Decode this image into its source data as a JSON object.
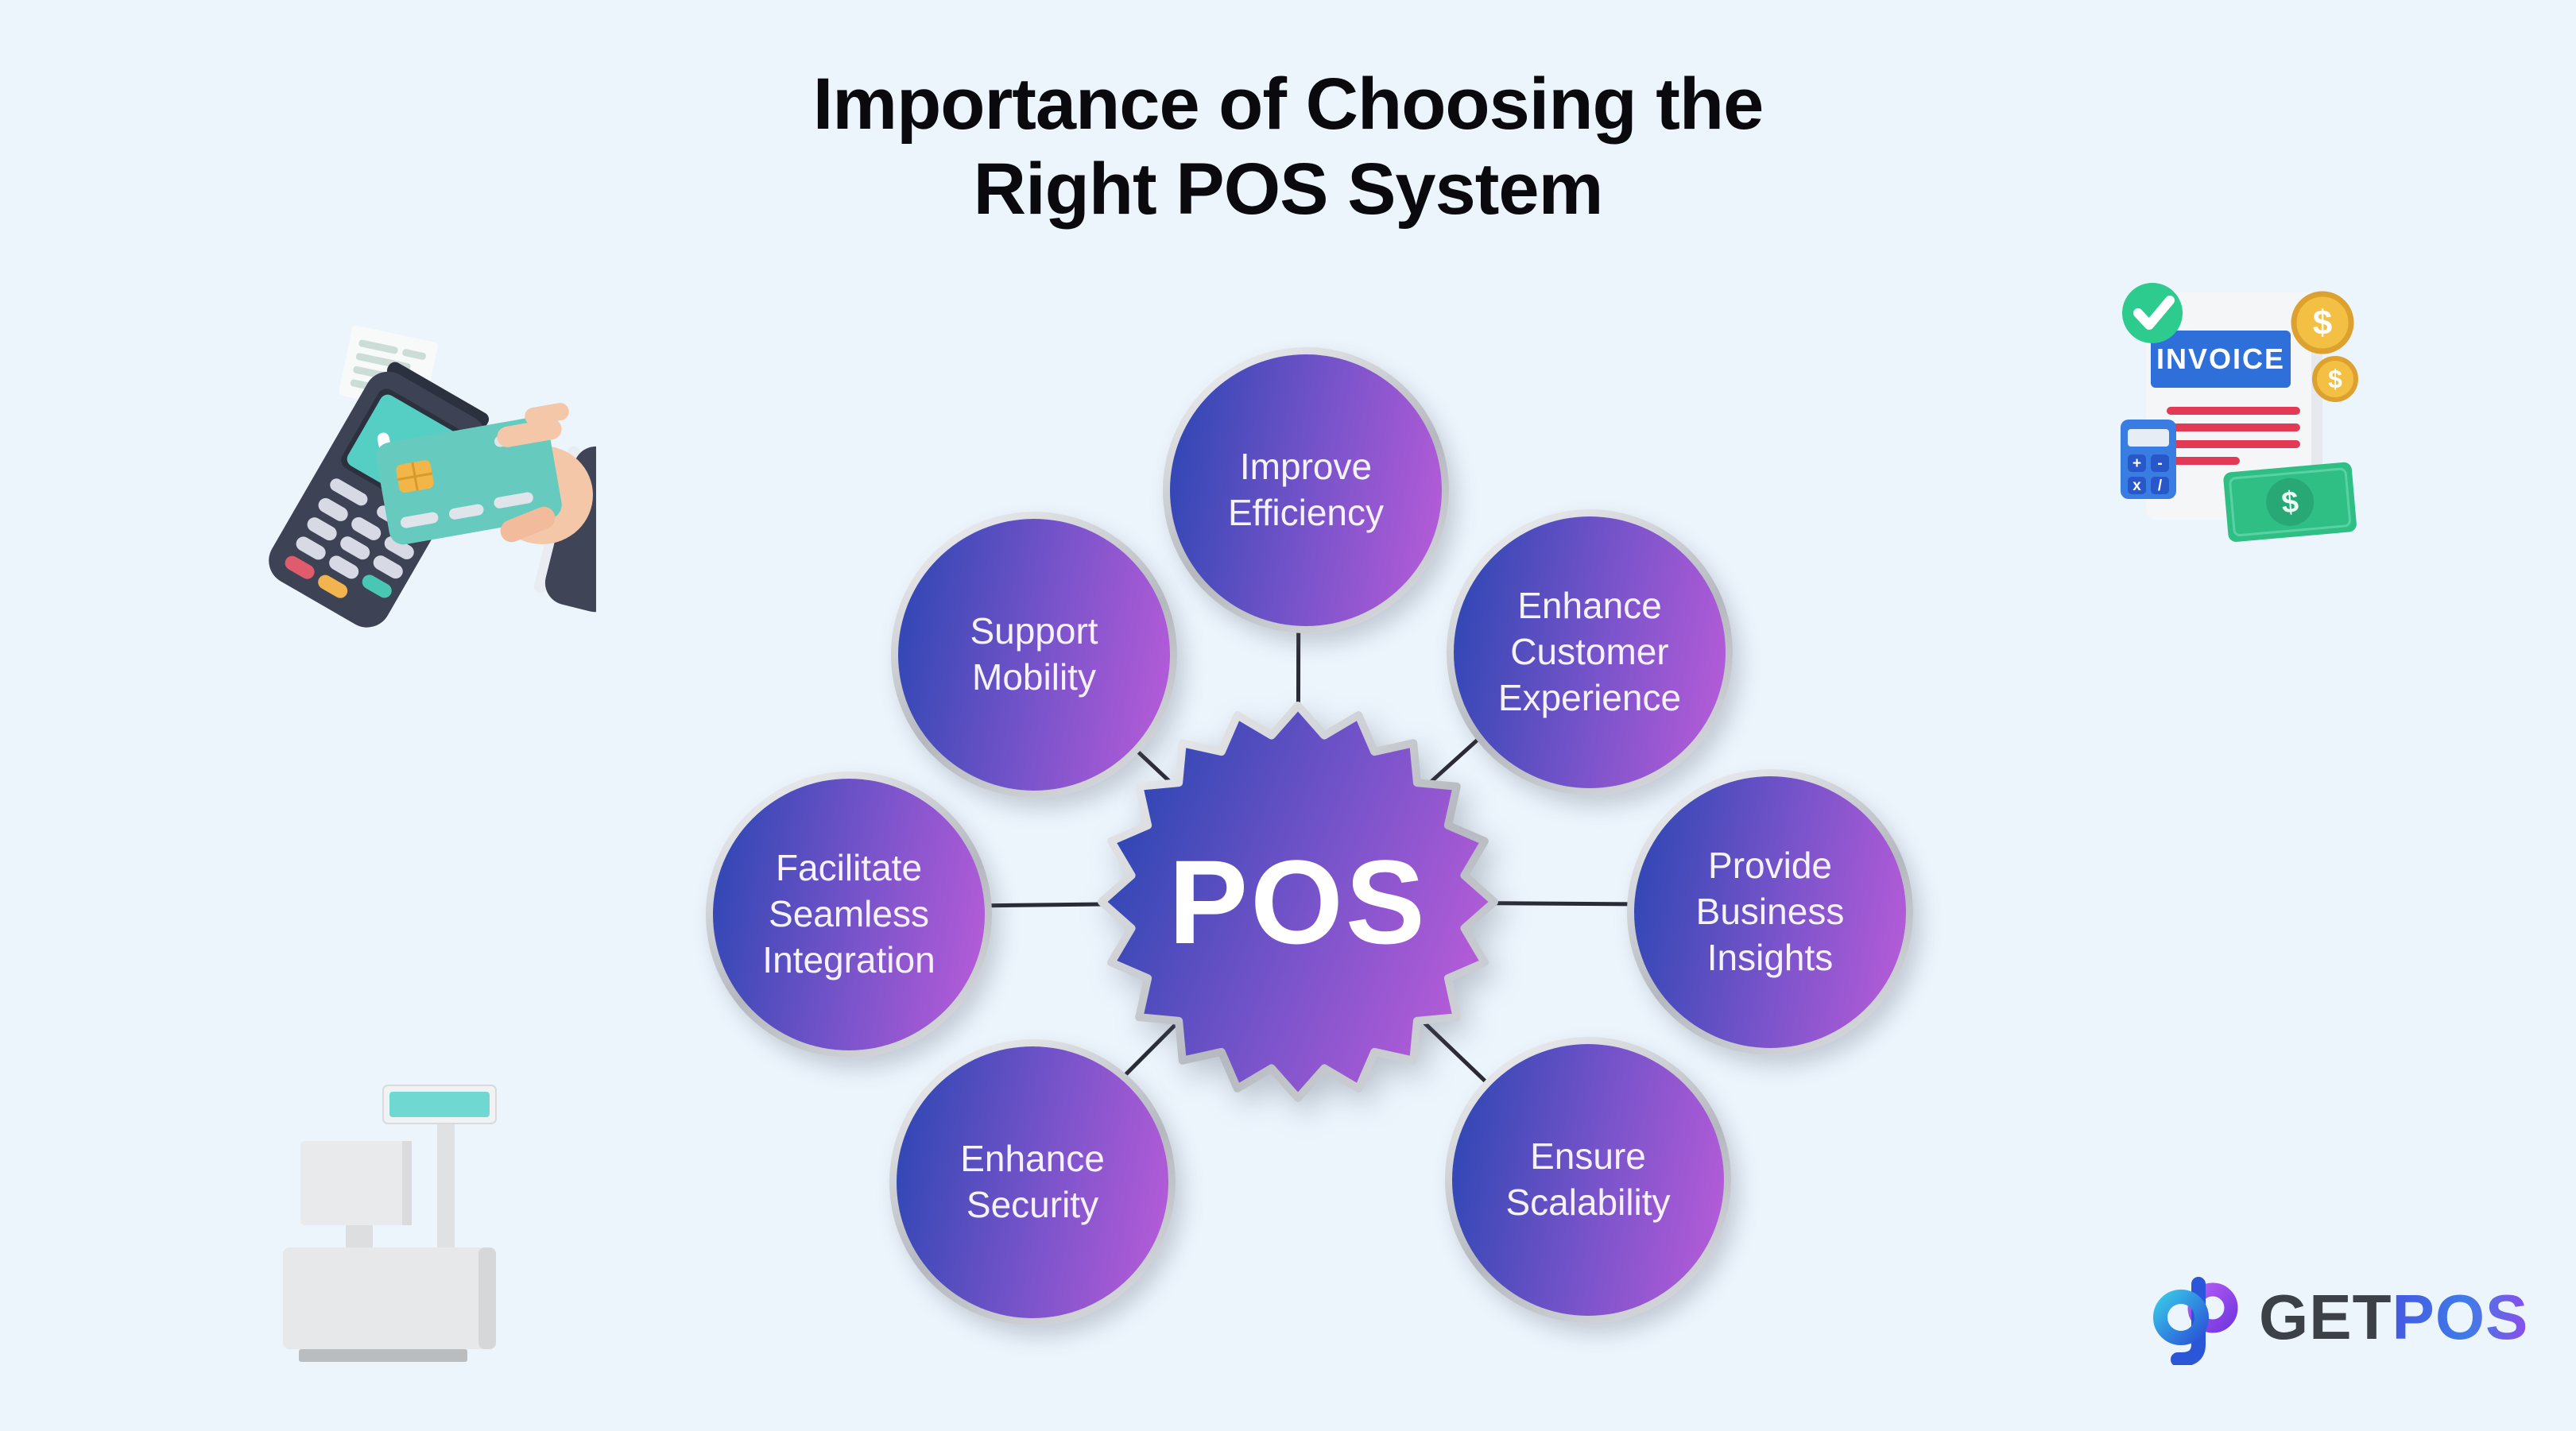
{
  "title": {
    "line1": "Importance of Choosing the",
    "line2": "Right POS System"
  },
  "diagram": {
    "center_label": "POS",
    "nodes": [
      {
        "id": "improve-efficiency",
        "label": "Improve Efficiency"
      },
      {
        "id": "support-mobility",
        "label": "Support Mobility"
      },
      {
        "id": "enhance-customer-experience",
        "label": "Enhance Customer Experience"
      },
      {
        "id": "facilitate-seamless-integration",
        "label": "Facilitate Seamless Integration"
      },
      {
        "id": "provide-business-insights",
        "label": "Provide Business Insights"
      },
      {
        "id": "enhance-security",
        "label": "Enhance Security"
      },
      {
        "id": "ensure-scalability",
        "label": "Ensure Scalability"
      }
    ]
  },
  "illustrations": {
    "invoice": {
      "banner": "INVOICE",
      "coin_symbol": "$",
      "bill_symbol": "$",
      "calculator_keys": [
        "+",
        "-",
        "x",
        "/"
      ]
    }
  },
  "logo": {
    "get": "GET",
    "pos": "POS"
  },
  "colors": {
    "background": "#ecf4fc",
    "node_gradient_start": "#2a46b2",
    "node_gradient_end": "#bb5cd9",
    "node_ring": "#c3c6cc",
    "connector": "#2b2b36",
    "title_text": "#0a0a0e",
    "node_text": "#f6f2fb",
    "logo_get": "#3c4047",
    "logo_pos_start": "#4558e2",
    "logo_pos_end": "#8b4fe9",
    "teal_accent": "#56cfc4",
    "invoice_banner_blue": "#2e6fd9",
    "invoice_line_red": "#e23a55",
    "check_green": "#2ecb8f",
    "coin_gold": "#f3c044",
    "bill_green": "#2fbf84"
  }
}
